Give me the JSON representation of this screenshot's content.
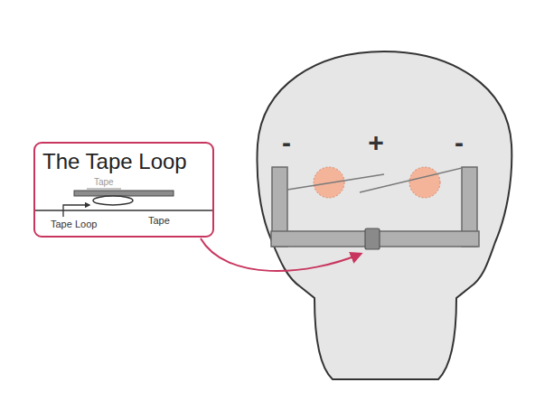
{
  "diagram": {
    "nodes": [
      {
        "text": [
          "The Tape Loop"
        ]
      }
    ],
    "labels": [
      "Tape",
      "Tape Loop",
      "Tape",
      "-",
      "+",
      "-"
    ]
  }
}
